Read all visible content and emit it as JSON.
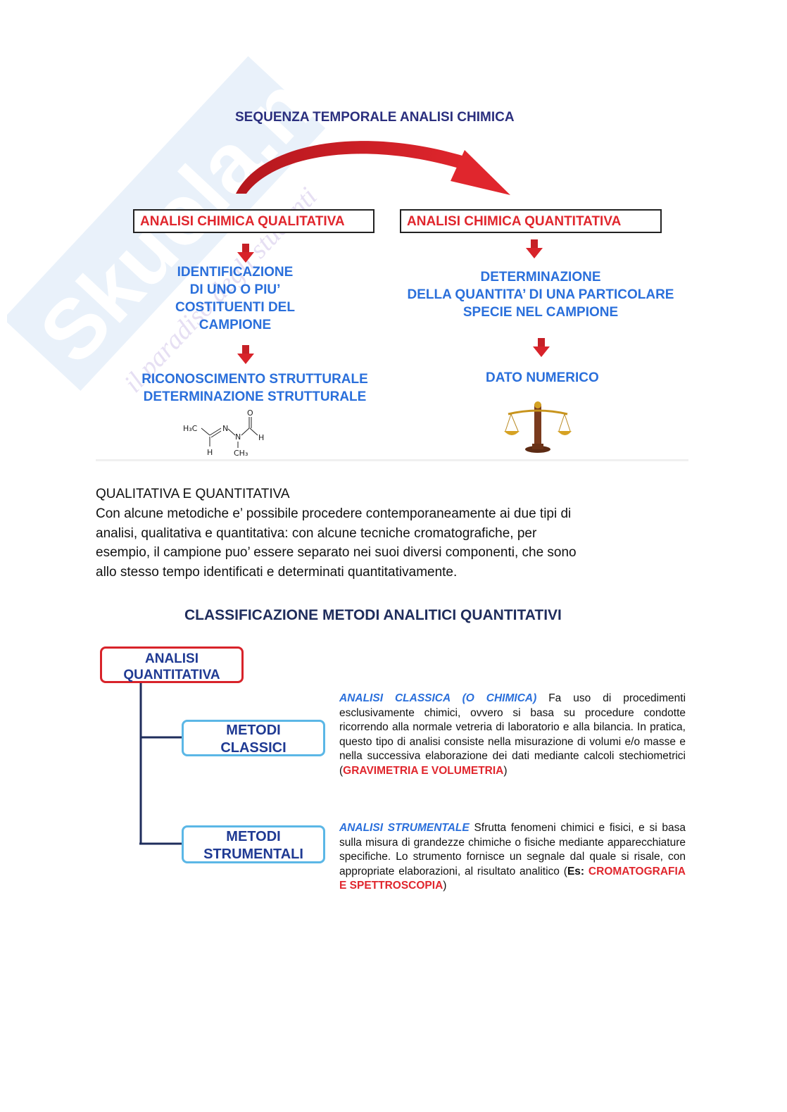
{
  "watermark": {
    "brand": "Skuola.net",
    "tagline": "il paradiso degli studenti"
  },
  "diagram1": {
    "title": "SEQUENZA TEMPORALE ANALISI CHIMICA",
    "left_box": "ANALISI CHIMICA QUALITATIVA",
    "right_box": "ANALISI CHIMICA QUANTITATIVA",
    "left_step1": [
      "IDENTIFICAZIONE",
      "DI UNO O PIU’",
      "COSTITUENTI DEL",
      "CAMPIONE"
    ],
    "left_step2": [
      "RICONOSCIMENTO STRUTTURALE",
      "DETERMINAZIONE STRUTTURALE"
    ],
    "right_step1": [
      "DETERMINAZIONE",
      "DELLA QUANTITA’ DI UNA PARTICOLARE",
      "SPECIE NEL CAMPIONE"
    ],
    "right_step2": "DATO NUMERICO",
    "molecule_labels": {
      "h3c": "H₃C",
      "n1": "N",
      "n2": "N",
      "o": "O",
      "h_right": "H",
      "h_bottom": "H",
      "ch3": "CH₃"
    }
  },
  "text_block": {
    "heading": "QUALITATIVA E QUANTITATIVA",
    "lines": [
      "Con alcune metodiche e’ possibile procedere contemporaneamente ai due tipi di",
      "analisi, qualitativa e quantitativa: con alcune tecniche cromatografiche, per",
      "esempio, il campione puo’ essere separato nei suoi diversi componenti, che sono",
      "allo stesso tempo identificati e determinati quantitativamente."
    ]
  },
  "diagram2": {
    "title": "CLASSIFICAZIONE METODI ANALITICI QUANTITATIVI",
    "root": [
      "ANALISI",
      "QUANTITATIVA"
    ],
    "branch1": [
      "METODI",
      "CLASSICI"
    ],
    "branch2": [
      "METODI",
      "STRUMENTALI"
    ],
    "desc1": {
      "lead": "ANALISI CLASSICA (O CHIMICA)",
      "body": " Fa uso di procedimenti esclusivamente chimici, ovvero si basa su procedure condotte ricorrendo alla normale vetreria di laboratorio e alla bilancia. In pratica, questo tipo di analisi consiste nella misurazione di volumi e/o masse e nella successiva elaborazione dei dati mediante calcoli stechiometrici (",
      "highlight": "GRAVIMETRIA E VOLUMETRIA",
      "tail": ")"
    },
    "desc2": {
      "lead": "ANALISI STRUMENTALE",
      "body": " Sfrutta fenomeni chimici e fisici, e si basa sulla misura di grandezze chimiche o fisiche mediante apparecchiature specifiche. Lo strumento fornisce un segnale dal quale si risale, con appropriate elaborazioni, al risultato analitico (",
      "es": "Es:",
      "highlight": " CROMATOGRAFIA E SPETTROSCOPIA",
      "tail": ")"
    }
  },
  "colors": {
    "navy": "#2b2f7e",
    "blue": "#2a6fdb",
    "red": "#d8232a",
    "light_blue": "#5bb7e6",
    "watermark": "#cfe3f5"
  }
}
